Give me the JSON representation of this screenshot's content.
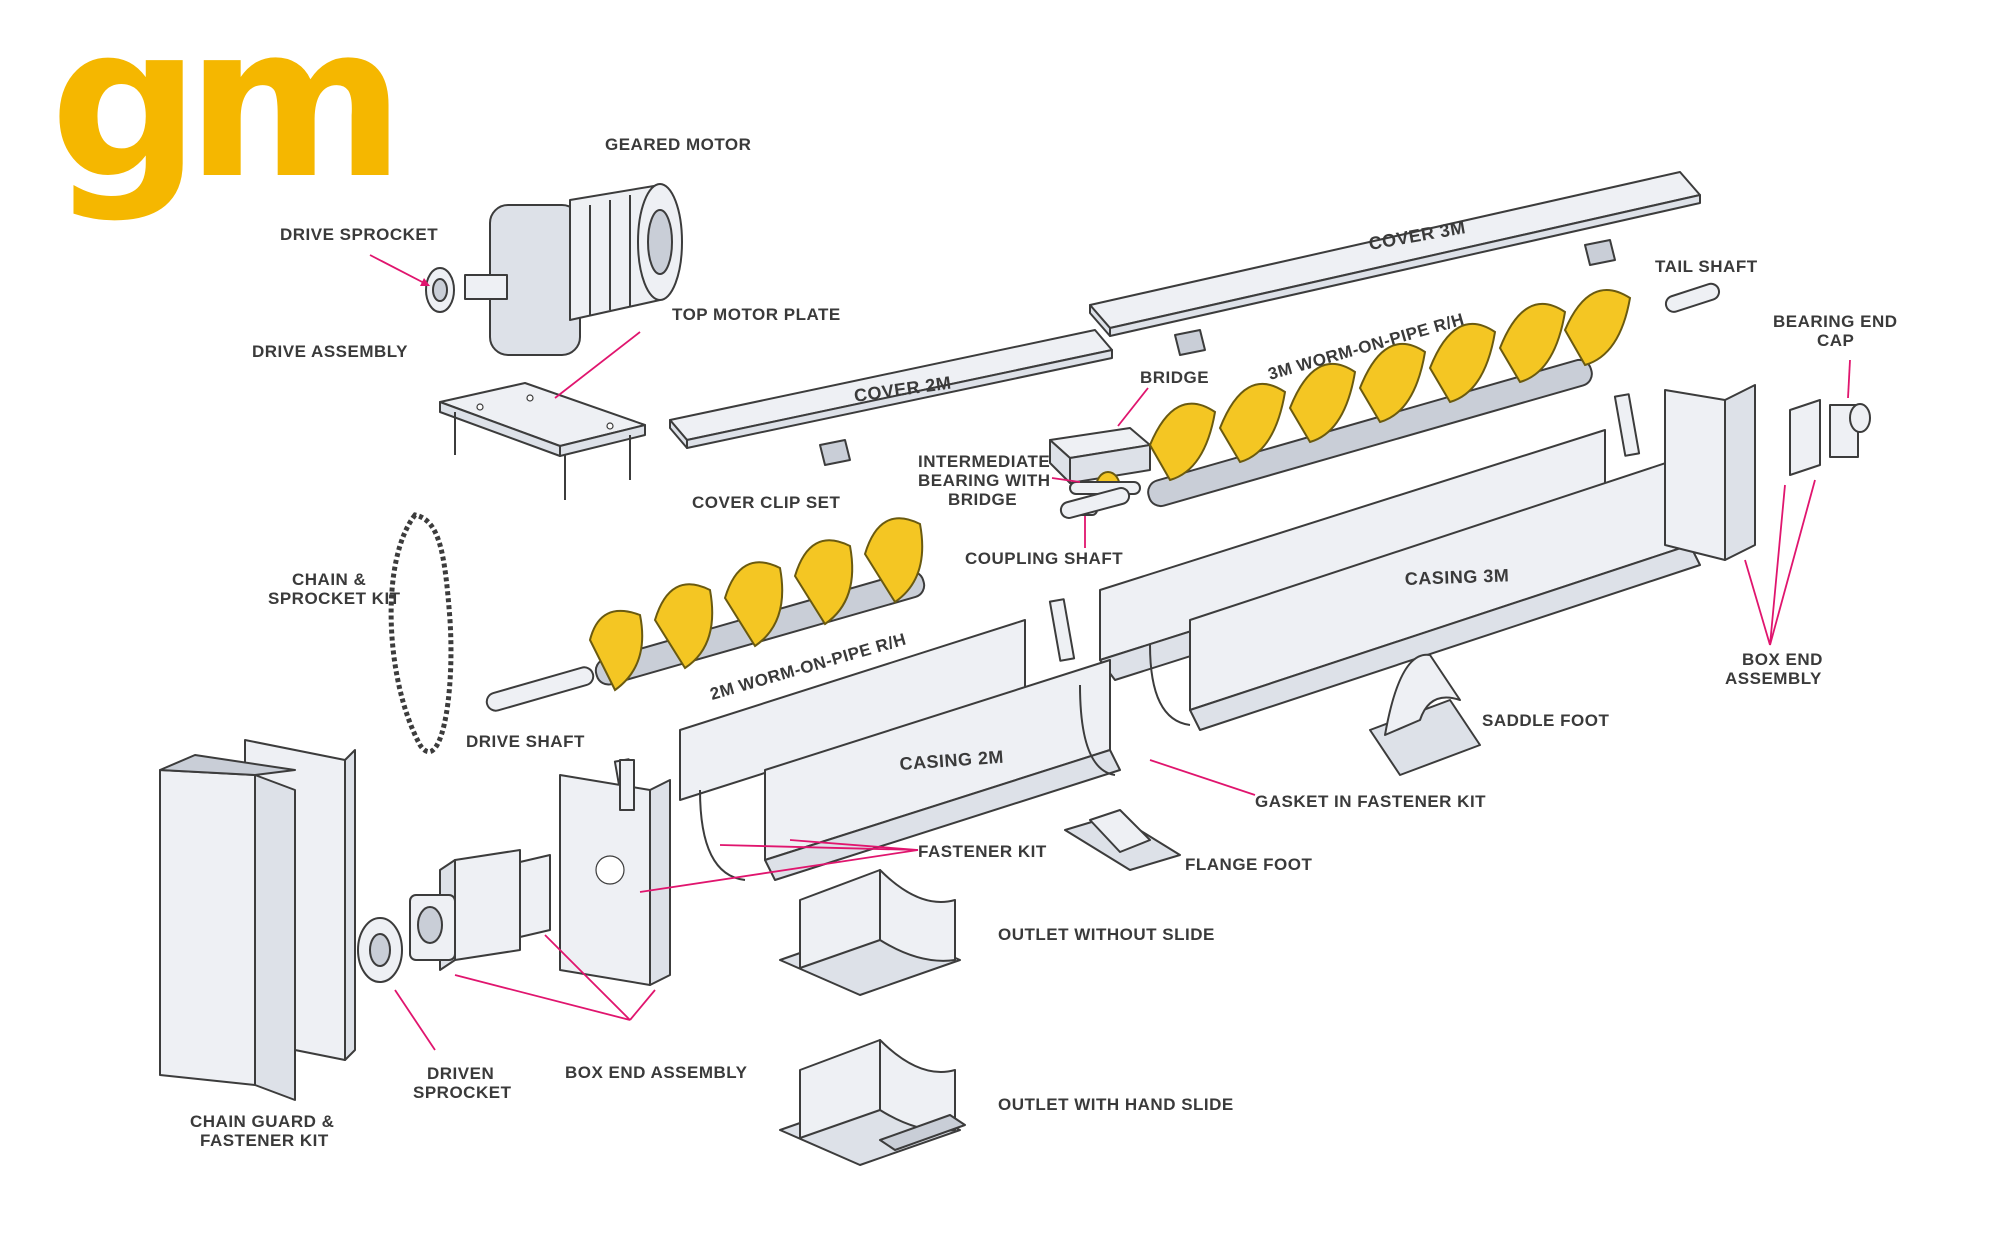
{
  "logo": {
    "text": "gm",
    "color": "#f5b700"
  },
  "colors": {
    "leader": "#e0156e",
    "flight": "#f4c623",
    "metal": "#eef0f4",
    "outline": "#3c3c3c",
    "label": "#3a3a3a"
  },
  "labels": {
    "geared_motor": "GEARED MOTOR",
    "drive_sprocket": "DRIVE SPROCKET",
    "top_motor_plate": "TOP MOTOR PLATE",
    "drive_assembly": "DRIVE ASSEMBLY",
    "cover_3m": "COVER 3M",
    "tail_shaft": "TAIL SHAFT",
    "bearing_end_cap_1": "BEARING END",
    "bearing_end_cap_2": "CAP",
    "bridge": "BRIDGE",
    "worm_3m": "3M WORM-ON-PIPE R/H",
    "cover_2m": "COVER 2M",
    "intermediate_bearing_1": "INTERMEDIATE",
    "intermediate_bearing_2": "BEARING WITH",
    "intermediate_bearing_3": "BRIDGE",
    "cover_clip_set": "COVER CLIP SET",
    "coupling_shaft": "COUPLING SHAFT",
    "chain_sprocket_kit_1": "CHAIN &",
    "chain_sprocket_kit_2": "SPROCKET KIT",
    "casing_3m": "CASING 3M",
    "worm_2m": "2M WORM-ON-PIPE R/H",
    "box_end_assembly_right_1": "BOX END",
    "box_end_assembly_right_2": "ASSEMBLY",
    "saddle_foot": "SADDLE FOOT",
    "drive_shaft": "DRIVE SHAFT",
    "casing_2m": "CASING 2M",
    "gasket_in_fastener_kit": "GASKET IN FASTENER KIT",
    "fastener_kit": "FASTENER KIT",
    "flange_foot": "FLANGE FOOT",
    "outlet_without_slide": "OUTLET WITHOUT SLIDE",
    "driven_sprocket_1": "DRIVEN",
    "driven_sprocket_2": "SPROCKET",
    "box_end_assembly_left": "BOX END ASSEMBLY",
    "chain_guard_1": "CHAIN GUARD &",
    "chain_guard_2": "FASTENER KIT",
    "outlet_with_hand_slide": "OUTLET WITH HAND SLIDE"
  }
}
